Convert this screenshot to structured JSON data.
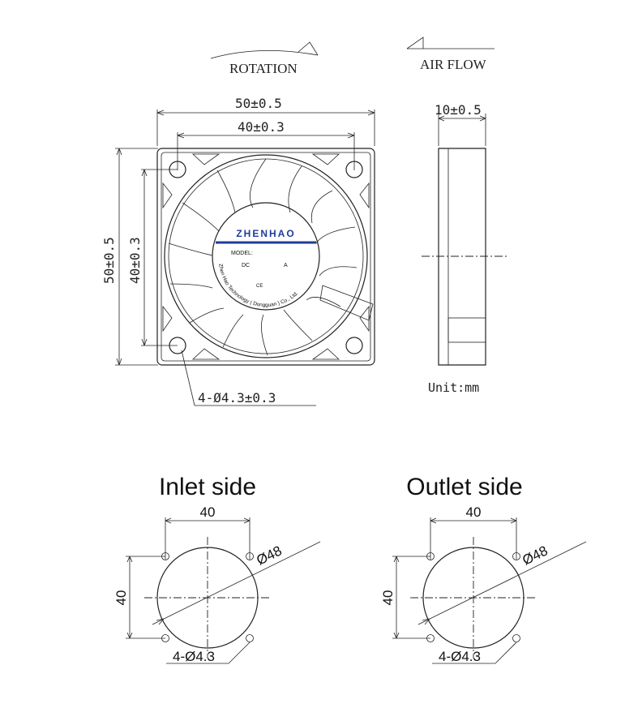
{
  "header": {
    "rotation_label": "ROTATION",
    "airflow_label": "AIR FLOW"
  },
  "front_view": {
    "outer_width": "50±0.5",
    "hole_spacing_width": "40±0.3",
    "outer_height": "50±0.5",
    "hole_spacing_height": "40±0.3",
    "hole_callout": "4-Ø4.3±0.3",
    "label": {
      "brand": "ZHENHAO",
      "model": "MODEL:",
      "dc": "DC",
      "amp": "A",
      "ce": "CE",
      "company": "Zhen Hao Technology ( Dongguan ) Co., Ltd."
    }
  },
  "side_view": {
    "thickness": "10±0.5",
    "unit": "Unit:mm"
  },
  "inlet": {
    "title": "Inlet side",
    "spacing_x": "40",
    "spacing_y": "40",
    "diameter": "Ø48",
    "holes": "4-Ø4.3"
  },
  "outlet": {
    "title": "Outlet side",
    "spacing_x": "40",
    "spacing_y": "40",
    "diameter": "Ø48",
    "holes": "4-Ø4.3"
  },
  "colors": {
    "line": "#222222",
    "label_blue": "#1f3d99"
  }
}
